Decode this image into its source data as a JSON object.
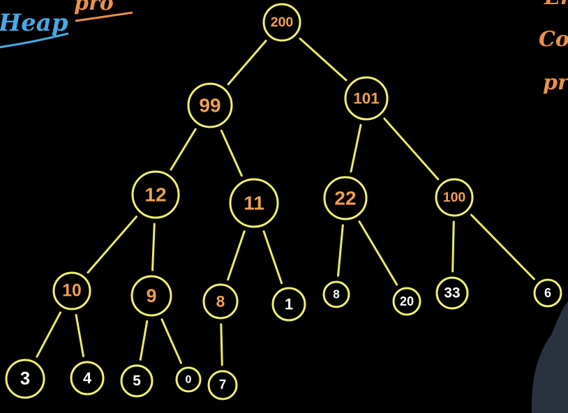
{
  "colors": {
    "background": "#000000",
    "edge": "#eaea6a",
    "circle": "#f0f074",
    "orange_text": "#f0a050",
    "white_text": "#ffffff",
    "blue_note": "#4aa8e6",
    "orange_note": "#e8924a"
  },
  "heading_note": {
    "left_word": "Heap",
    "right_word": "pro"
  },
  "side_notes": [
    "Em",
    "Com",
    "pri"
  ],
  "nodes": [
    {
      "id": "n200",
      "label": "200",
      "text_color": "orange"
    },
    {
      "id": "n99",
      "label": "99",
      "text_color": "orange"
    },
    {
      "id": "n101",
      "label": "101",
      "text_color": "orange"
    },
    {
      "id": "n12",
      "label": "12",
      "text_color": "orange"
    },
    {
      "id": "n11",
      "label": "11",
      "text_color": "orange"
    },
    {
      "id": "n22",
      "label": "22",
      "text_color": "orange"
    },
    {
      "id": "n100",
      "label": "100",
      "text_color": "orange"
    },
    {
      "id": "n10",
      "label": "10",
      "text_color": "orange"
    },
    {
      "id": "n9",
      "label": "9",
      "text_color": "orange"
    },
    {
      "id": "n8a",
      "label": "8",
      "text_color": "orange"
    },
    {
      "id": "n1",
      "label": "1",
      "text_color": "white"
    },
    {
      "id": "n8b",
      "label": "8",
      "text_color": "white"
    },
    {
      "id": "n20",
      "label": "20",
      "text_color": "white"
    },
    {
      "id": "n33",
      "label": "33",
      "text_color": "white"
    },
    {
      "id": "n6",
      "label": "6",
      "text_color": "white"
    },
    {
      "id": "n3",
      "label": "3",
      "text_color": "white"
    },
    {
      "id": "n4",
      "label": "4",
      "text_color": "white"
    },
    {
      "id": "n5",
      "label": "5",
      "text_color": "white"
    },
    {
      "id": "n0",
      "label": "0",
      "text_color": "white"
    },
    {
      "id": "n7",
      "label": "7",
      "text_color": "white"
    }
  ],
  "edges": [
    [
      "n200",
      "n99"
    ],
    [
      "n200",
      "n101"
    ],
    [
      "n99",
      "n12"
    ],
    [
      "n99",
      "n11"
    ],
    [
      "n101",
      "n22"
    ],
    [
      "n101",
      "n100"
    ],
    [
      "n12",
      "n10"
    ],
    [
      "n12",
      "n9"
    ],
    [
      "n11",
      "n8a"
    ],
    [
      "n11",
      "n1"
    ],
    [
      "n22",
      "n8b"
    ],
    [
      "n22",
      "n20"
    ],
    [
      "n100",
      "n33"
    ],
    [
      "n100",
      "n6"
    ],
    [
      "n10",
      "n3"
    ],
    [
      "n10",
      "n4"
    ],
    [
      "n9",
      "n5"
    ],
    [
      "n9",
      "n0"
    ],
    [
      "n8a",
      "n7"
    ]
  ]
}
